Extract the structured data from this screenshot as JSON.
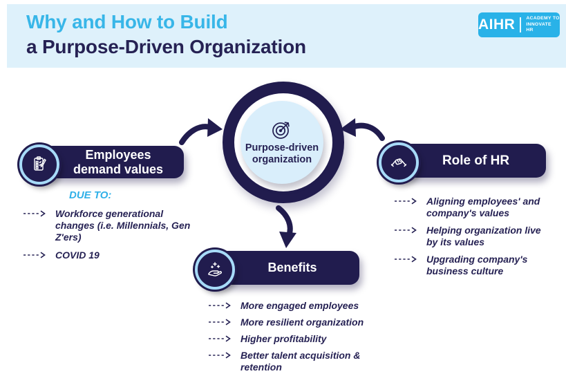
{
  "header": {
    "title_line1": "Why and How to Build",
    "title_line2": "a Purpose-Driven Organization",
    "logo": {
      "brand": "AIHR",
      "tagline_line1": "ACADEMY TO",
      "tagline_line2": "INNOVATE HR"
    }
  },
  "center": {
    "label": "Purpose-driven\norganization",
    "icon": "target-dart-icon"
  },
  "sections": {
    "employees": {
      "title": "Employees\ndemand values",
      "icon": "clipboard-checklist-icon",
      "subheading": "DUE TO:",
      "items": [
        "Workforce generational\nchanges (i.e. Millennials, Gen Z'ers)",
        "COVID 19"
      ]
    },
    "role_of_hr": {
      "title": "Role of HR",
      "icon": "handshake-icon",
      "items": [
        "Aligning employees' and\ncompany's values",
        "Helping organization live\nby its values",
        "Upgrading company's\nbusiness culture"
      ]
    },
    "benefits": {
      "title": "Benefits",
      "icon": "hand-giving-icon",
      "items": [
        "More engaged employees",
        "More resilient organization",
        "Higher profitability",
        "Better talent acquisition &\nretention"
      ]
    }
  },
  "colors": {
    "navy": "#211c4e",
    "accent_blue": "#38b6e8",
    "header_band": "#def1fb",
    "badge_ring": "#a7dbf8",
    "inner_circle": "#d9eefb",
    "logo_blue": "#29b2e8"
  }
}
